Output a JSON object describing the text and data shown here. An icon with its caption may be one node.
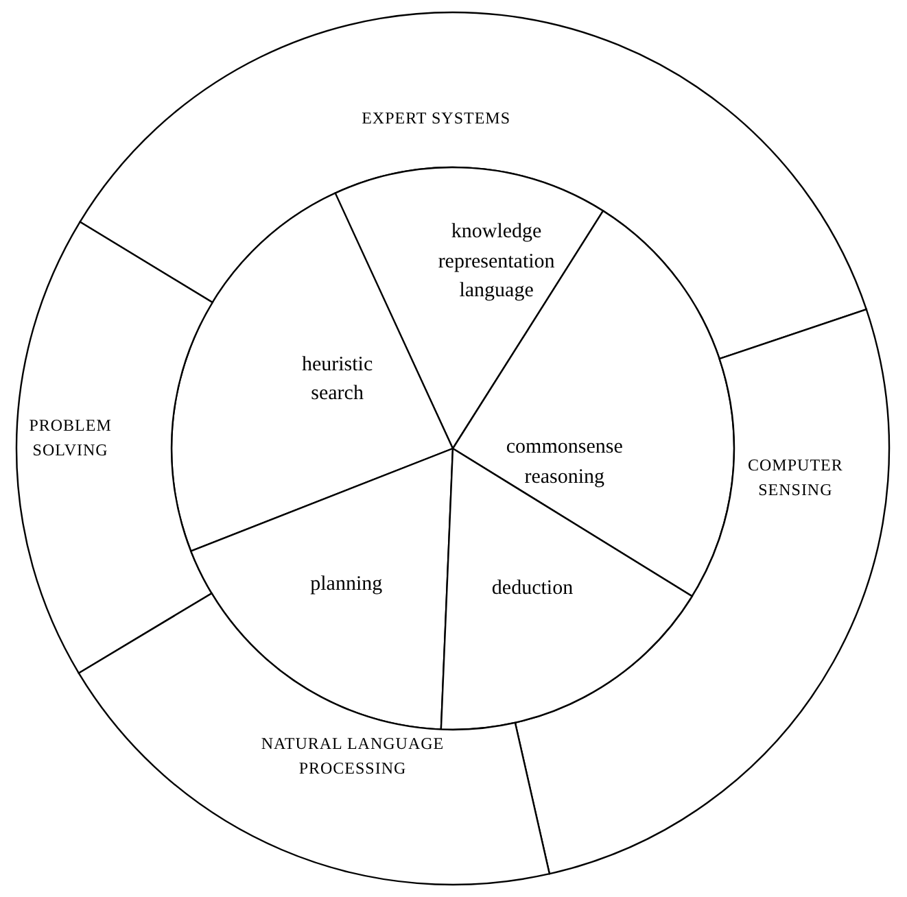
{
  "diagram": {
    "nodes": [
      {
        "text": [
          "EXPERT SYSTEMS"
        ]
      },
      {
        "text": [
          "knowledge representation language"
        ]
      },
      {
        "text": [
          "heuristic search"
        ]
      },
      {
        "text": [
          "PROBLEM SOLVING"
        ]
      },
      {
        "text": [
          "commonsense reasoning"
        ]
      },
      {
        "text": [
          "COMPUTER SENSING"
        ]
      },
      {
        "text": [
          "planning"
        ]
      },
      {
        "text": [
          "deduction"
        ]
      },
      {
        "text": [
          "NATURAL LANGUAGE PROCESSING"
        ]
      }
    ]
  }
}
